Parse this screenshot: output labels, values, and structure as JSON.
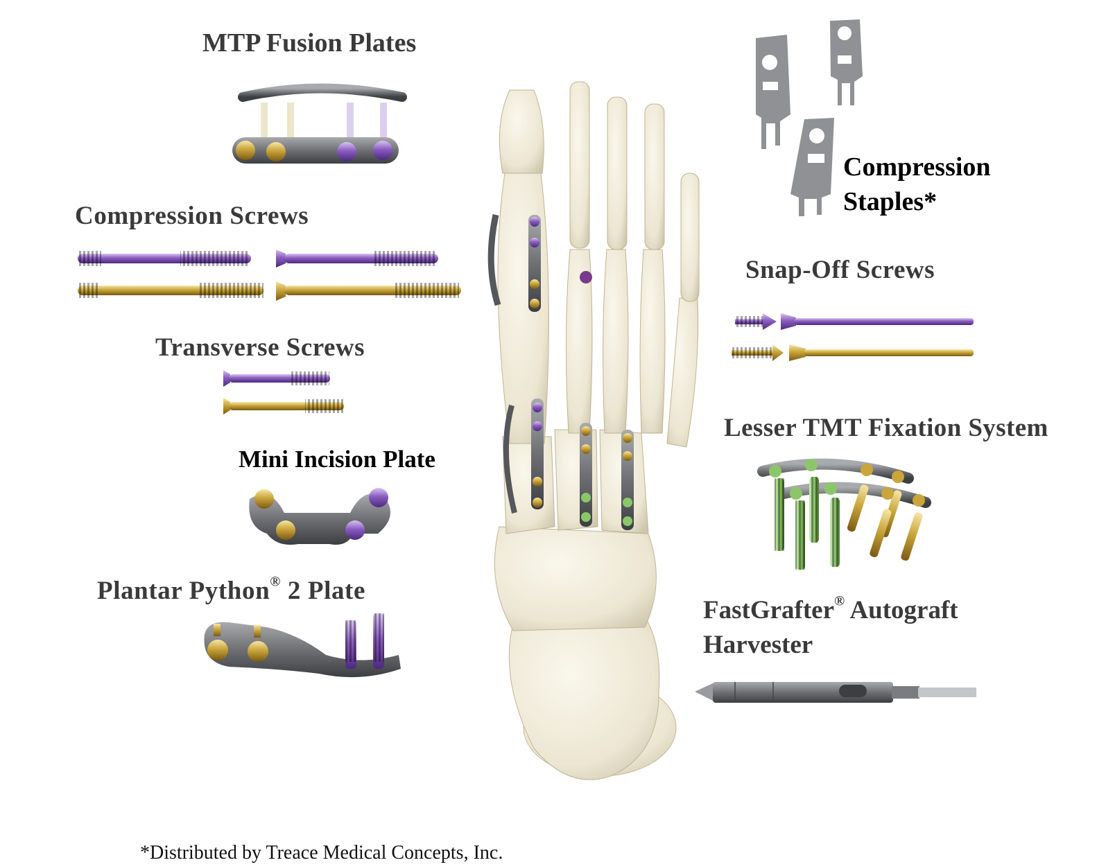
{
  "labels": {
    "mtp_fusion_plates": "MTP Fusion Plates",
    "compression_screws": "Compression Screws",
    "transverse_screws": "Transverse Screws",
    "mini_incision_plate": "Mini Incision Plate",
    "plantar_python_a": "Plantar Python",
    "plantar_python_reg": "®",
    "plantar_python_b": " 2 Plate",
    "compression_staples_line1": "Compression",
    "compression_staples_line2": "Staples*",
    "snap_off_screws": "Snap-Off Screws",
    "lesser_tmt": "Lesser TMT Fixation System",
    "fastgrafter_a": "FastGrafter",
    "fastgrafter_reg": "®",
    "fastgrafter_b": " Autograft",
    "fastgrafter_line2": "Harvester"
  },
  "footnote": "*Distributed by Treace Medical Concepts, Inc.",
  "colors": {
    "label_gray": "#3a3a3a",
    "bone": "#ece6d2",
    "bone_shadow": "#cfc6ad",
    "titanium": "#6e7074",
    "purple": "#8a5cc0",
    "gold": "#c9a53a",
    "green": "#8cc66a",
    "staple_gray": "#8f9194"
  },
  "icons": [
    "foot-skeleton-image",
    "implant-plate-image",
    "screw-image",
    "staple-image",
    "harvester-image"
  ]
}
